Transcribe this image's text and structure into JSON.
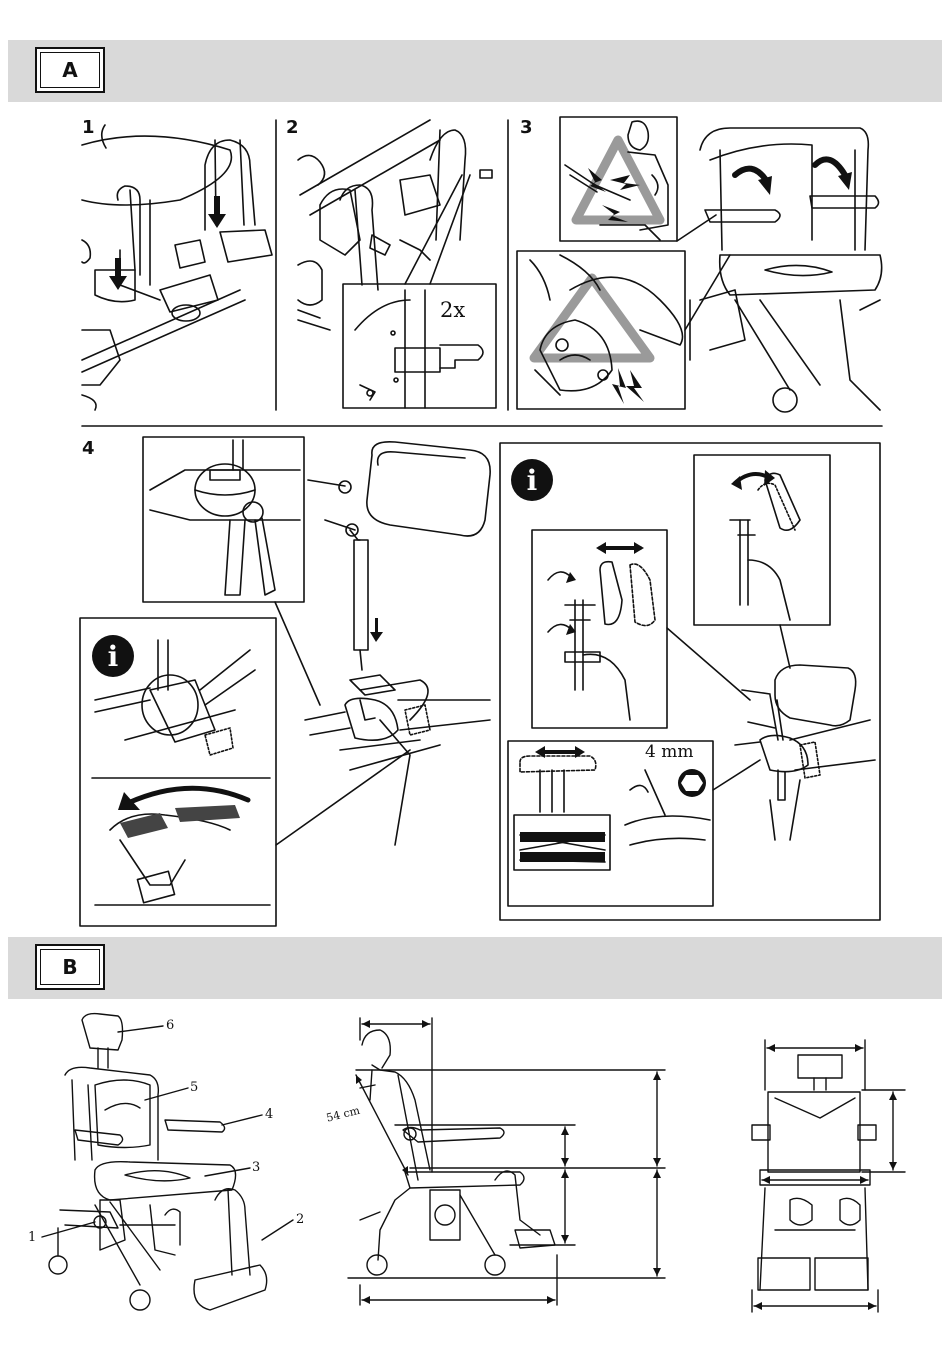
{
  "sections": {
    "a": {
      "label": "A"
    },
    "b": {
      "label": "B"
    }
  },
  "steps": {
    "s1": "1",
    "s2": "2",
    "s3": "3",
    "s4": "4"
  },
  "annotations": {
    "quantity": "2x",
    "hex_size": "4 mm",
    "back_height": "54 cm"
  },
  "part_numbers": [
    "1",
    "2",
    "3",
    "4",
    "5",
    "6"
  ],
  "icons": {
    "info": "info-icon",
    "warning": "warning-triangle-icon",
    "hex": "hex-key-icon",
    "arrow_down": "arrow-down-icon",
    "arrow_both": "double-arrow-icon",
    "rotate": "rotate-arrow-icon"
  },
  "colors": {
    "band": "#d9d9d9",
    "ink": "#111111",
    "warning_gray": "#9a9a9a"
  }
}
